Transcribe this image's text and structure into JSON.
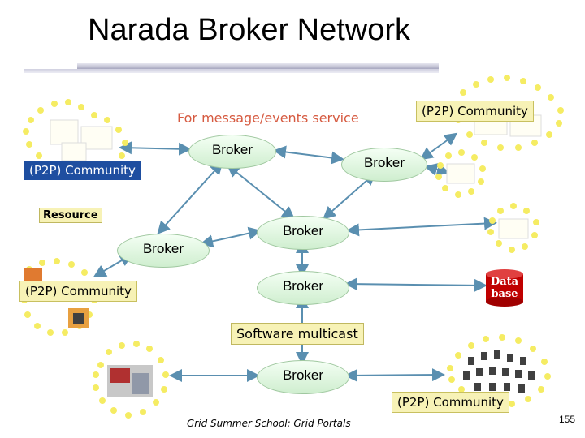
{
  "title": "Narada Broker Network",
  "service_label": "For message/events service",
  "brokers": [
    "Broker",
    "Broker",
    "Broker",
    "Broker",
    "Broker",
    "Broker"
  ],
  "communities": [
    "(P2P) Community",
    "(P2P) Community",
    "(P2P) Community",
    "(P2P) Community"
  ],
  "resource_label": "Resource",
  "multicast_label": "Software multicast",
  "database_label": [
    "Data",
    "base"
  ],
  "footer": "Grid Summer School: Grid Portals",
  "page_number": "155",
  "colors": {
    "community_blue": "#1e4ea0",
    "highlight_yellow": "#f7f2b6",
    "service_text": "#d65a40",
    "arrow": "#5a8fb0",
    "database_red": "#c00000"
  }
}
